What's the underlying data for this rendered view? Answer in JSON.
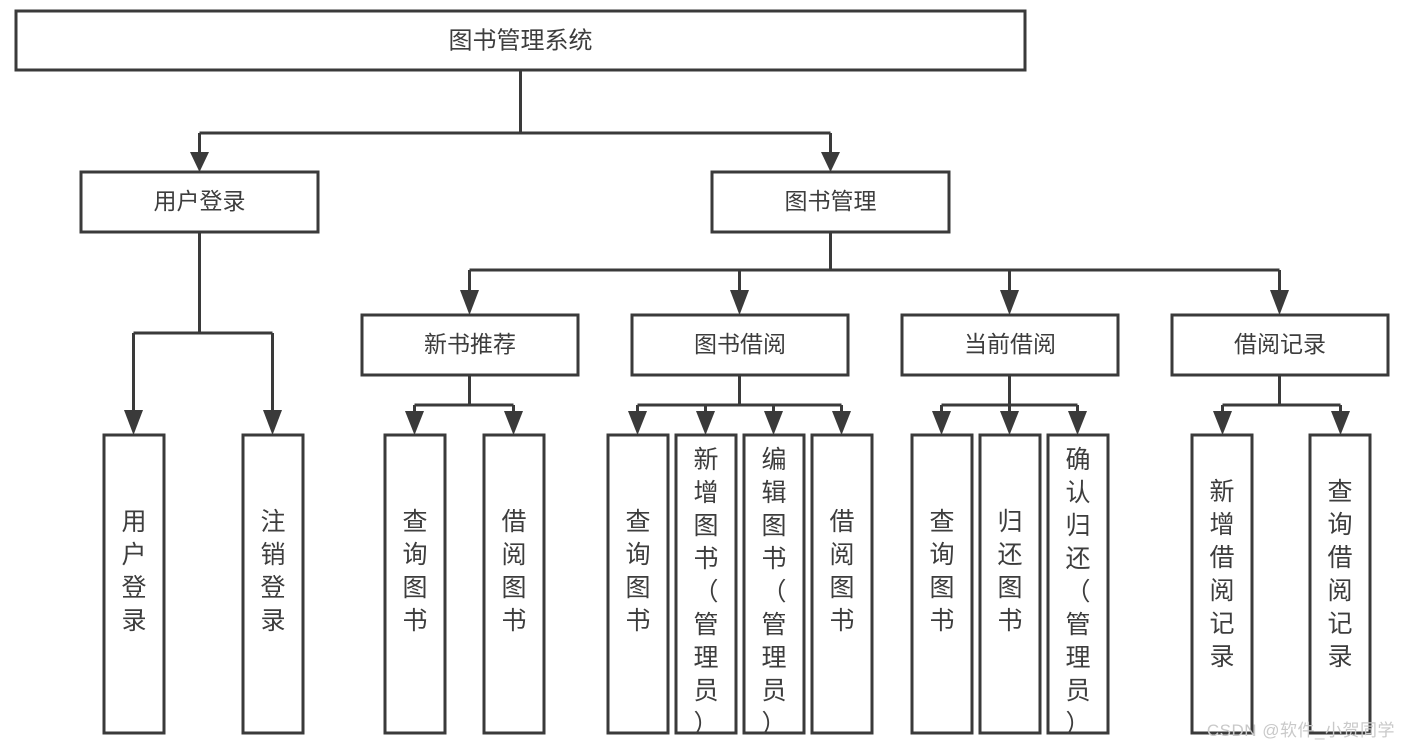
{
  "diagram": {
    "type": "tree-hierarchy",
    "orientation": "top-down",
    "title": "图书管理系统",
    "colors": {
      "box_stroke": "#3a3a3a",
      "box_fill": "#ffffff",
      "text": "#3d3d3d",
      "connector": "#3a3a3a",
      "watermark": "#c9c9c9",
      "background": "#ffffff"
    },
    "root": {
      "label": "图书管理系统"
    },
    "level2": [
      {
        "id": "user-login",
        "label": "用户登录"
      },
      {
        "id": "book-management",
        "label": "图书管理"
      }
    ],
    "level3": [
      {
        "id": "new-book-recommend",
        "label": "新书推荐",
        "parent": "book-management"
      },
      {
        "id": "book-borrow",
        "label": "图书借阅",
        "parent": "book-management"
      },
      {
        "id": "current-borrow",
        "label": "当前借阅",
        "parent": "book-management"
      },
      {
        "id": "borrow-record",
        "label": "借阅记录",
        "parent": "book-management"
      }
    ],
    "leaves": {
      "user-login": [
        {
          "id": "leaf-user-login",
          "label": "用户登录"
        },
        {
          "id": "leaf-logout-login",
          "label": "注销登录"
        }
      ],
      "new-book-recommend": [
        {
          "id": "leaf-query-book-1",
          "label": "查询图书"
        },
        {
          "id": "leaf-borrow-book-1",
          "label": "借阅图书"
        }
      ],
      "book-borrow": [
        {
          "id": "leaf-query-book-2",
          "label": "查询图书"
        },
        {
          "id": "leaf-add-book",
          "label": "新增图书（管理员）"
        },
        {
          "id": "leaf-edit-book",
          "label": "编辑图书（管理员）"
        },
        {
          "id": "leaf-borrow-book-2",
          "label": "借阅图书"
        }
      ],
      "current-borrow": [
        {
          "id": "leaf-query-book-3",
          "label": "查询图书"
        },
        {
          "id": "leaf-return-book",
          "label": "归还图书"
        },
        {
          "id": "leaf-confirm-return",
          "label": "确认归还（管理员）"
        }
      ],
      "borrow-record": [
        {
          "id": "leaf-add-record",
          "label": "新增借阅记录"
        },
        {
          "id": "leaf-query-record",
          "label": "查询借阅记录"
        }
      ]
    }
  },
  "watermark": {
    "text": "CSDN @软件_小贺同学"
  }
}
